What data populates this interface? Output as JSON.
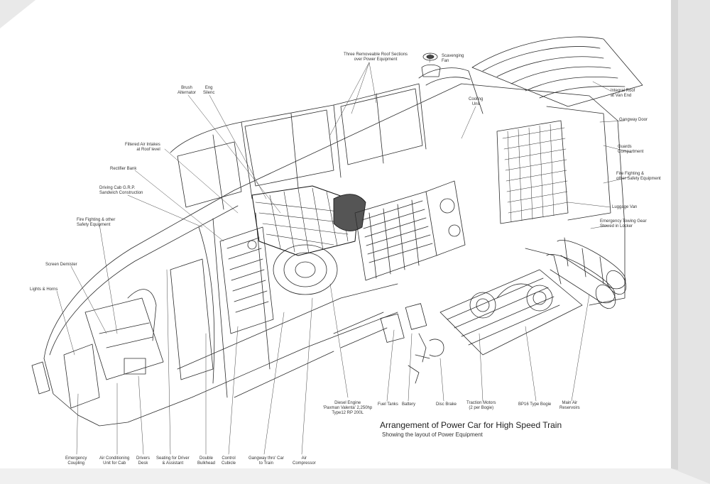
{
  "title": "Arrangement of Power Car for High Speed Train",
  "subtitle": "Showing the layout of Power Equipment",
  "labels": {
    "roof_sections": "Three Removeable Roof Sections\nover Power Equipment",
    "scavenging_fan": "Scavenging\nFan",
    "integral_roof": "Integral Roof\nat Van End",
    "brush_alternator": "Brush\nAlternator",
    "eng_silenc": "Eng\nSilenc",
    "cooling_unit": "Cooling\nUnit",
    "gangway_door": "Gangway Door",
    "guards_compartment": "Guards\nCompartment",
    "filtered_air": "Filtered Air Intakes\nat Roof level",
    "fire_fighting_right": "Fire Fighting &\nother Safety Equipment",
    "rectifier_bank": "Rectifier Bank",
    "driving_cab": "Driving Cab G.R.P.\nSandwich Construction",
    "luggage_van": "Luggage Van",
    "emergency_towing": "Emergency Towing Gear\nStowed in Locker",
    "fire_fighting_left": "Fire Fighting & other\nSafety Equipment",
    "screen_demister": "Screen Demister",
    "lights_horns": "Lights & Horns",
    "diesel_engine": "Diesel Engine\n'Paxman Valenta' 2,250hp\nType12 RP 200L",
    "fuel_tanks": "Fuel Tanks",
    "battery": "Battery",
    "disc_brake": "Disc Brake",
    "traction_motors": "Traction Motors\n(2 per Bogie)",
    "bp16_bogie": "BP16 Type Bogie",
    "main_air": "Main Air\nReservoirs",
    "emergency_coupling": "Emergency\nCoupling",
    "air_conditioning": "Air Conditioning\nUnit for Cab",
    "drivers_desk": "Drivers\nDesk",
    "seating": "Seating for Driver\n& Assistant",
    "double_bulkhead": "Double\nBulkhead",
    "control_cubicle": "Control\nCubicle",
    "gangway_thro": "Gangway thro' Car\nto Train",
    "air_compressor": "Air\nCompressor"
  },
  "colors": {
    "ink": "#2b2b2b",
    "paper": "#ffffff",
    "shadow": "#e3e3e3"
  }
}
